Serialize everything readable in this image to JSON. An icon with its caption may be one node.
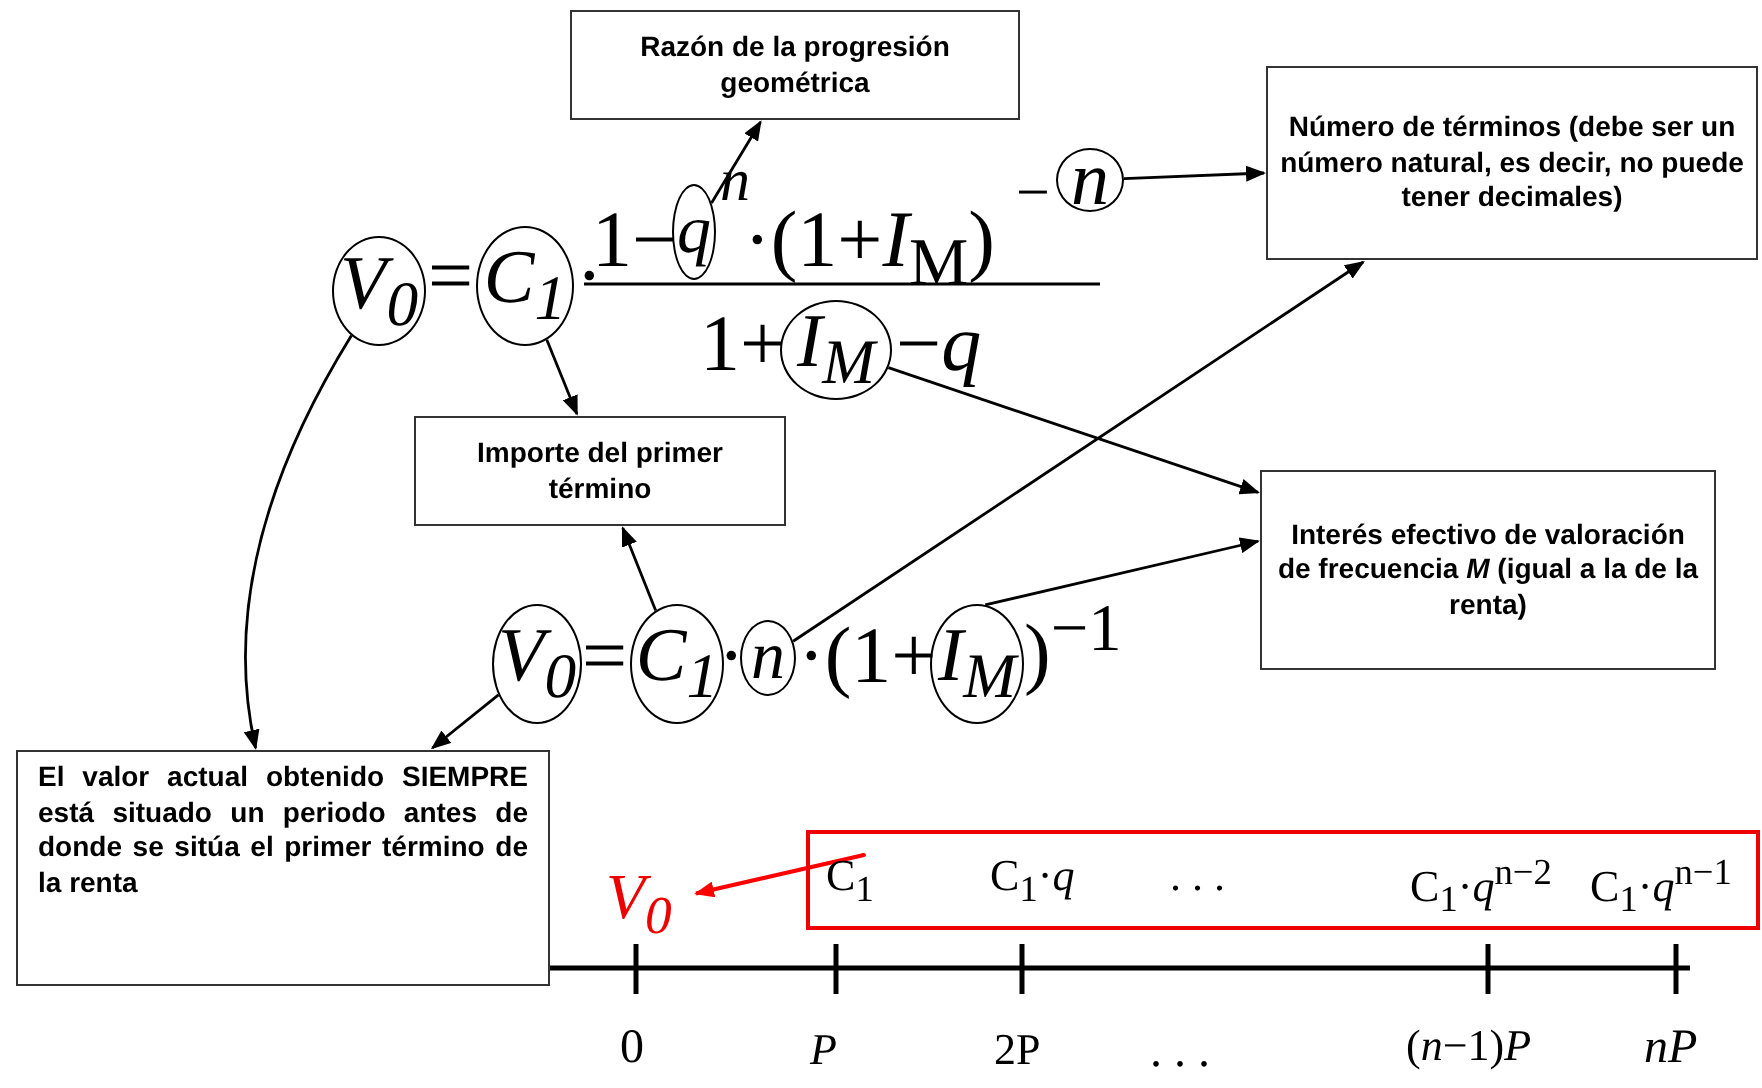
{
  "diagram": {
    "nodes": [
      {
        "text": [
          "Razón de la progresión geométrica"
        ]
      },
      {
        "text": [
          "Número de términos (debe ser un número natural, es decir, no puede tener decimales)"
        ]
      },
      {
        "text": [
          "V$_{0}$"
        ]
      },
      {
        "text": [
          "C$_{1}$"
        ]
      },
      {
        "text": [
          "q"
        ]
      },
      {
        "text": [
          "n"
        ]
      },
      {
        "text": [
          "I$_{M}$"
        ]
      },
      {
        "text": [
          "Importe del primer término"
        ]
      },
      {
        "text": [
          "Interés efectivo de valoración de frecuencia *M* (igual a la de la renta)"
        ]
      },
      {
        "text": [
          "V$_{0}$"
        ]
      },
      {
        "text": [
          "C$_{1}$"
        ]
      },
      {
        "text": [
          "n"
        ]
      },
      {
        "text": [
          "I$_{M}$"
        ]
      },
      {
        "text": [
          "El valor actual obtenido SIEMPRE está situado un periodo antes de donde se sitúa el  primer término de la renta"
        ]
      },
      {
        "text": [
          "V$_{0}$"
        ]
      },
      {
        "text": [
          "C$_{1}$",
          "C$_{1}$·*q*",
          ". . .",
          "C$_{1}$·*q*$^{n−2}$",
          "C$_{1}$·*q*$^{n−1}$"
        ]
      }
    ],
    "edges": [
      {
        "from": 4,
        "to": 0,
        "arrow": "to"
      },
      {
        "from": 5,
        "to": 1,
        "arrow": "to"
      },
      {
        "from": 3,
        "to": 7,
        "arrow": "to"
      },
      {
        "from": 6,
        "to": 8,
        "arrow": "to"
      },
      {
        "from": 2,
        "to": 13,
        "arrow": "to"
      },
      {
        "from": 10,
        "to": 7,
        "arrow": "to"
      },
      {
        "from": 11,
        "to": 1,
        "arrow": "to"
      },
      {
        "from": 12,
        "to": 8,
        "arrow": "to"
      },
      {
        "from": 9,
        "to": 13,
        "arrow": "to"
      },
      {
        "from": 15,
        "to": 14,
        "arrow": "to",
        "color": "#ff0000"
      }
    ],
    "labels": [
      "=",
      "·",
      "1−",
      "n",
      "·(1+*I*$_{M}$)",
      "−",
      "1+",
      "−*q*",
      "=",
      "·",
      "·(1+",
      ")$^{−1}$",
      "0",
      "P",
      "2P",
      ". . .",
      "(*n*−1)*P*",
      "nP"
    ]
  }
}
